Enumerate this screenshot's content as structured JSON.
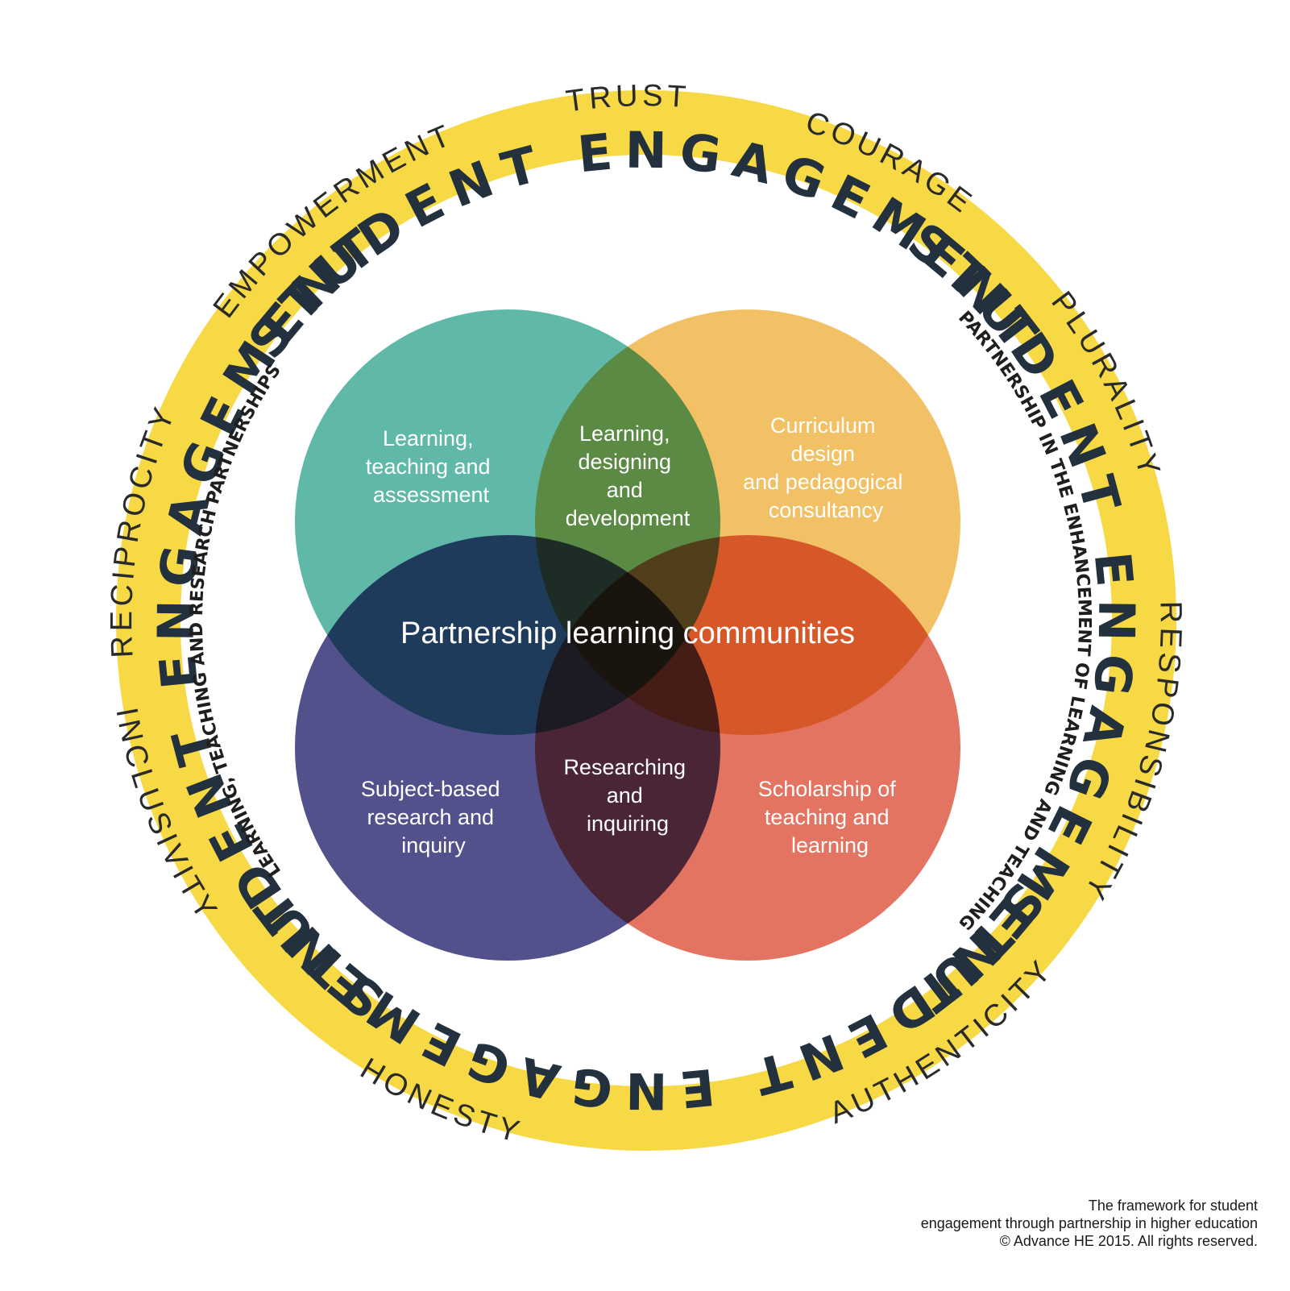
{
  "outer_ring": {
    "labels": [
      "STUDENT ENGAGEMENT",
      "STUDENT ENGAGEMENT",
      "STUDENT ENGAGEMENT",
      "STUDENT ENGAGEMENT"
    ],
    "text_color": "#23303d"
  },
  "values_ring": {
    "color": "#f7d945",
    "values": [
      "TRUST",
      "COURAGE",
      "PLURALITY",
      "RESPONSIBILITY",
      "AUTHENTICITY",
      "HONESTY",
      "INCLUSIVITY",
      "RECIPROCITY",
      "EMPOWERMENT"
    ]
  },
  "inner_arcs": {
    "left": "LEARNING, TEACHING AND RESEARCH PARTNERSHIPS",
    "right": "PARTNERSHIP IN THE ENHANCEMENT OF LEARNING AND TEACHING"
  },
  "circles": {
    "top_left": {
      "color": "#5fb8a8",
      "label": [
        "Learning,",
        "teaching and",
        "assessment"
      ]
    },
    "top_right": {
      "color": "#f2c065",
      "label": [
        "Curriculum",
        "design",
        "and pedagogical",
        "consultancy"
      ]
    },
    "bottom_left": {
      "color": "#52518c",
      "label": [
        "Subject-based",
        "research and",
        "inquiry"
      ]
    },
    "bottom_right": {
      "color": "#e27461",
      "label": [
        "Scholarship of",
        "teaching and",
        "learning"
      ]
    }
  },
  "overlaps": {
    "top": [
      "Learning,",
      "designing",
      "and",
      "development"
    ],
    "bottom": [
      "Researching",
      "and",
      "inquiring"
    ]
  },
  "center_label": "Partnership learning communities",
  "footer": {
    "line1": "The framework for student",
    "line2": "engagement through partnership in higher education",
    "line3": "© Advance HE 2015. All rights reserved."
  }
}
